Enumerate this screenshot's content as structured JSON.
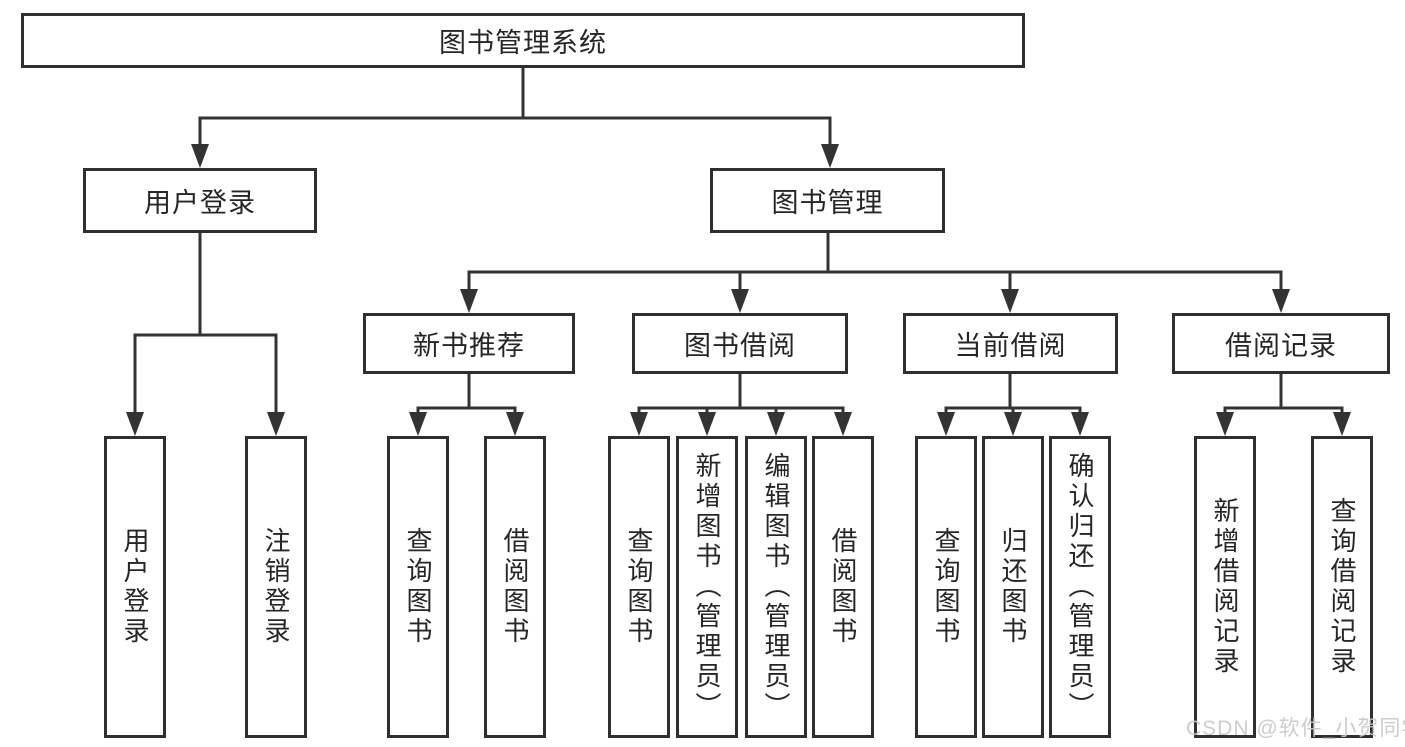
{
  "nodes": {
    "root": "图书管理系统",
    "user_login": "用户登录",
    "book_mgmt": "图书管理",
    "new_book": "新书推荐",
    "book_borrow": "图书借阅",
    "current_borrow": "当前借阅",
    "borrow_record": "借阅记录",
    "leaf_user_login": "用户登录",
    "leaf_logout": "注销登录",
    "leaf_nb_query": "查询图书",
    "leaf_nb_borrow": "借阅图书",
    "leaf_bb_query": "查询图书",
    "leaf_bb_add": "新增图书（管理员）",
    "leaf_bb_edit": "编辑图书（管理员）",
    "leaf_bb_borrow": "借阅图书",
    "leaf_cb_query": "查询图书",
    "leaf_cb_return": "归还图书",
    "leaf_cb_confirm": "确认归还（管理员）",
    "leaf_br_add": "新增借阅记录",
    "leaf_br_query": "查询借阅记录"
  },
  "watermark": "CSDN @软件_小贺同学",
  "colors": {
    "line": "#333333",
    "box_border": "#2f2f2f",
    "text": "#262626",
    "watermark": "#c9c9c9",
    "background": "#ffffff"
  }
}
